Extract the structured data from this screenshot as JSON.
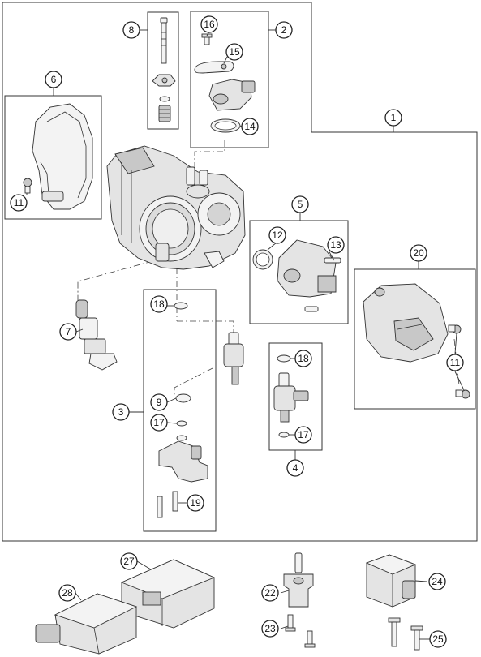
{
  "callouts": {
    "c1": "1",
    "c2": "2",
    "c3": "3",
    "c4": "4",
    "c5": "5",
    "c6": "6",
    "c7": "7",
    "c8": "8",
    "c9": "9",
    "c11a": "11",
    "c11b": "11",
    "c12": "12",
    "c13": "13",
    "c14": "14",
    "c15": "15",
    "c16": "16",
    "c17a": "17",
    "c17b": "17",
    "c18a": "18",
    "c18b": "18",
    "c19": "19",
    "c20": "20",
    "c22": "22",
    "c23": "23",
    "c24": "24",
    "c25": "25",
    "c27": "27",
    "c28": "28"
  }
}
